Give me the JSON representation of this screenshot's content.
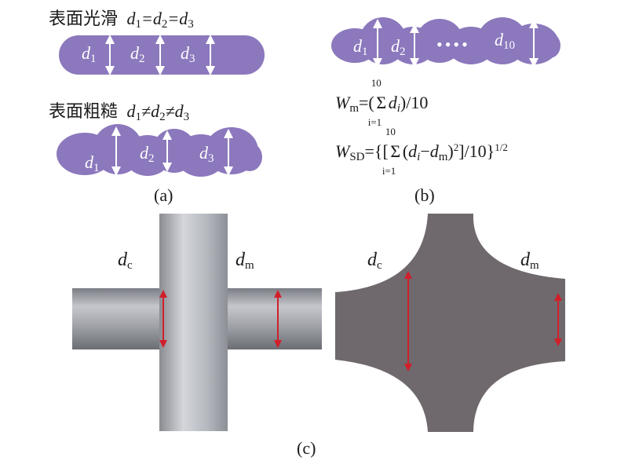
{
  "panel_a": {
    "smooth_title": "表面光滑",
    "smooth_cond": "d1=d2=d3",
    "rough_title": "表面粗糙",
    "rough_cond": "d1≠d2≠d3",
    "labels": [
      "d1",
      "d2",
      "d3"
    ],
    "caption": "(a)"
  },
  "panel_b": {
    "labels": [
      "d1",
      "d2",
      "d10"
    ],
    "dots": "••••",
    "formula_wm": "Wm=(Σ di)/10",
    "formula_wsd": "WSD={[Σ(di−dm)²]/10}^1/2",
    "sum_upper": "10",
    "sum_lower": "i=1",
    "caption": "(b)"
  },
  "panel_c": {
    "dc_label": "dc",
    "dm_label": "dm",
    "caption": "(c)"
  },
  "colors": {
    "fiber_purple": "#8c78bd",
    "arrow_red": "#d11f2a",
    "sintered_gray": "#6f686d",
    "arrow_white": "#ffffff"
  }
}
